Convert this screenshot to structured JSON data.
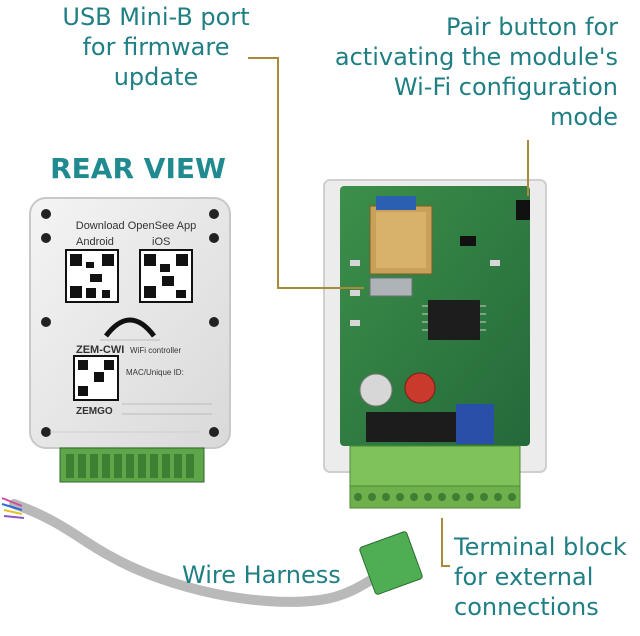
{
  "labels": {
    "usb_line1": "USB Mini-B port",
    "usb_line2": "for firmware",
    "usb_line3": "update",
    "pair_line1": "Pair button for",
    "pair_line2": "activating the module's",
    "pair_line3": "Wi-Fi configuration",
    "pair_line4": "mode",
    "rear_view": "REAR VIEW",
    "wire_harness": "Wire Harness",
    "terminal_line1": "Terminal block",
    "terminal_line2": "for external",
    "terminal_line3": "connections"
  },
  "rear_module": {
    "download": "Download OpenSee App",
    "android": "Android",
    "ios": "iOS",
    "model": "ZEM-CWI",
    "wifi_controller": "WiFi controller",
    "mac": "MAC/Unique ID:",
    "brand": "ZEMGO"
  },
  "colors": {
    "label_teal": "#1f7f84",
    "leader_line": "#a98a3b",
    "pcb_green": "#2f7d3f",
    "terminal_green": "#7fc25a"
  }
}
